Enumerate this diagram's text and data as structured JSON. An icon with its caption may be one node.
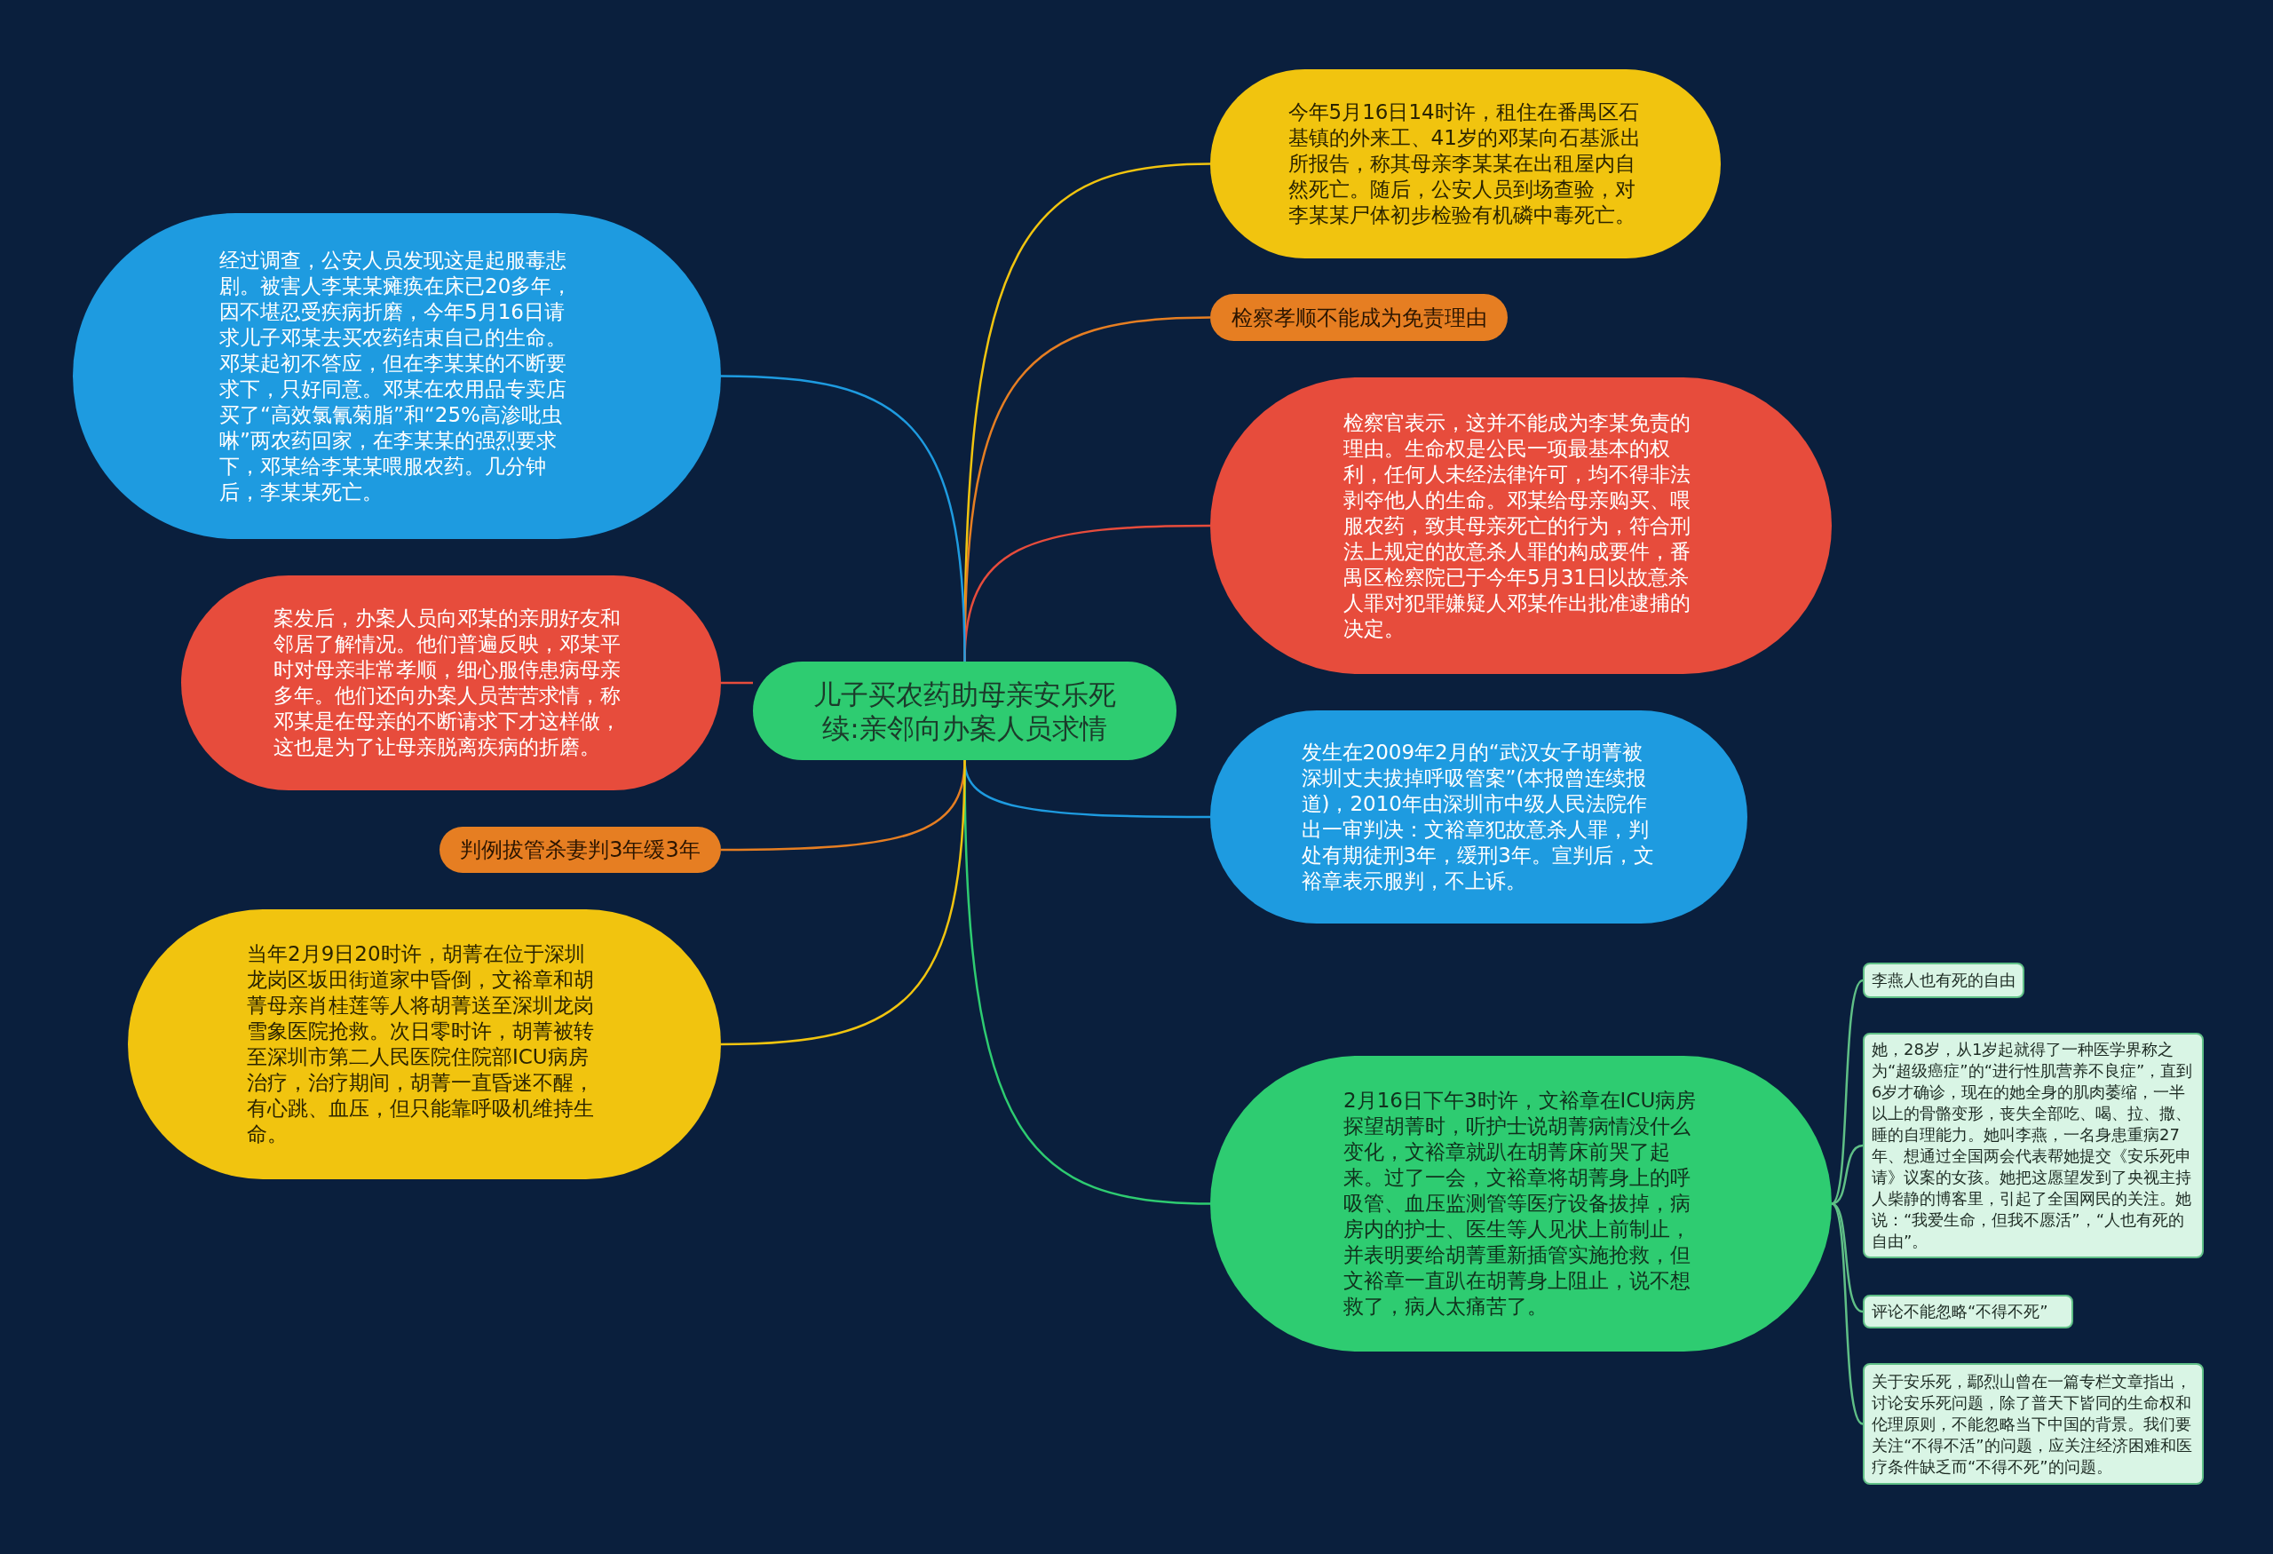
{
  "diagram": {
    "nodes": [
      {
        "text": [
          "儿子买农药助母亲安乐死续:亲邻向办案人员求情"
        ]
      },
      {
        "text": [
          "今年5月16日14时许，租住在番禺区石基镇的外来工、41岁的邓某向石基派出所报告，称其母亲李某某在出租屋内自然死亡。随后，公安人员到场查验，对李某某尸体初步检验有机磷中毒死亡。"
        ]
      },
      {
        "text": [
          "检察孝顺不能成为免责理由"
        ]
      },
      {
        "text": [
          "检察官表示，这并不能成为李某免责的理由。生命权是公民一项最基本的权利，任何人未经法律许可，均不得非法剥夺他人的生命。邓某给母亲购买、喂服农药，致其母亲死亡的行为，符合刑法上规定的故意杀人罪的构成要件，番禺区检察院已于今年5月31日以故意杀人罪对犯罪嫌疑人邓某作出批准逮捕的决定。"
        ]
      },
      {
        "text": [
          "发生在2009年2月的“武汉女子胡菁被深圳丈夫拔掉呼吸管案”(本报曾连续报道)，2010年由深圳市中级人民法院作出一审判决：文裕章犯故意杀人罪，判处有期徒刑3年，缓刑3年。宣判后，文裕章表示服判，不上诉。"
        ]
      },
      {
        "text": [
          "2月16日下午3时许，文裕章在ICU病房探望胡菁时，听护士说胡菁病情没什么变化，文裕章就趴在胡菁床前哭了起来。过了一会，文裕章将胡菁身上的呼吸管、血压监测管等医疗设备拔掉，病房内的护士、医生等人见状上前制止，并表明要给胡菁重新插管实施抢救，但文裕章一直趴在胡菁身上阻止，说不想救了，病人太痛苦了。"
        ]
      },
      {
        "text": [
          "李燕人也有死的自由"
        ]
      },
      {
        "text": [
          "她，28岁，从1岁起就得了一种医学界称之为“超级癌症”的“进行性肌营养不良症”，直到6岁才确诊，现在的她全身的肌肉萎缩，一半以上的骨骼变形，丧失全部吃、喝、拉、撒、睡的自理能力。她叫李燕，一名身患重病27年、想通过全国两会代表帮她提交《安乐死申请》议案的女孩。她把这愿望发到了央视主持人柴静的博客里，引起了全国网民的关注。她说：“我爱生命，但我不愿活”，“人也有死的自由”。"
        ]
      },
      {
        "text": [
          "评论不能忽略“不得不死”"
        ]
      },
      {
        "text": [
          "关于安乐死，鄢烈山曾在一篇专栏文章指出，讨论安乐死问题，除了普天下皆同的生命权和伦理原则，不能忽略当下中国的背景。我们要关注“不得不活”的问题，应关注经济困难和医疗条件缺乏而“不得不死”的问题。"
        ]
      },
      {
        "text": [
          "经过调查，公安人员发现这是起服毒悲剧。被害人李某某瘫痪在床已20多年，因不堪忍受疾病折磨，今年5月16日请求儿子邓某去买农药结束自己的生命。邓某起初不答应，但在李某某的不断要求下，只好同意。邓某在农用品专卖店买了“高效氯氰菊脂”和“25%高渗吡虫啉”两农药回家，在李某某的强烈要求下，邓某给李某某喂服农药。几分钟后，李某某死亡。"
        ]
      },
      {
        "text": [
          "案发后，办案人员向邓某的亲朋好友和邻居了解情况。他们普遍反映，邓某平时对母亲非常孝顺，细心服侍患病母亲多年。他们还向办案人员苦苦求情，称邓某是在母亲的不断请求下才这样做，这也是为了让母亲脱离疾病的折磨。"
        ]
      },
      {
        "text": [
          "判例拔管杀妻判3年缓3年"
        ]
      },
      {
        "text": [
          "当年2月9日20时许，胡菁在位于深圳龙岗区坂田街道家中昏倒，文裕章和胡菁母亲肖桂莲等人将胡菁送至深圳龙岗雪象医院抢救。次日零时许，胡菁被转至深圳市第二人民医院住院部ICU病房治疗，治疗期间，胡菁一直昏迷不醒，有心跳、血压，但只能靠呼吸机维持生命。"
        ]
      }
    ],
    "edges": [
      {
        "from": 0,
        "to": 1,
        "arrow": "none",
        "color": "#f1c40f"
      },
      {
        "from": 0,
        "to": 2,
        "arrow": "none",
        "color": "#e67e22"
      },
      {
        "from": 0,
        "to": 3,
        "arrow": "none",
        "color": "#e74c3c"
      },
      {
        "from": 0,
        "to": 4,
        "arrow": "none",
        "color": "#1e9be0"
      },
      {
        "from": 0,
        "to": 5,
        "arrow": "none",
        "color": "#2ecc71"
      },
      {
        "from": 5,
        "to": 6,
        "arrow": "none",
        "color": "#5fbf86"
      },
      {
        "from": 5,
        "to": 7,
        "arrow": "none",
        "color": "#5fbf86"
      },
      {
        "from": 5,
        "to": 8,
        "arrow": "none",
        "color": "#5fbf86"
      },
      {
        "from": 5,
        "to": 9,
        "arrow": "none",
        "color": "#5fbf86"
      },
      {
        "from": 0,
        "to": 10,
        "arrow": "none",
        "color": "#1e9be0"
      },
      {
        "from": 0,
        "to": 11,
        "arrow": "none",
        "color": "#e74c3c"
      },
      {
        "from": 0,
        "to": 12,
        "arrow": "none",
        "color": "#e67e22"
      },
      {
        "from": 0,
        "to": 13,
        "arrow": "none",
        "color": "#f1c40f"
      }
    ]
  }
}
